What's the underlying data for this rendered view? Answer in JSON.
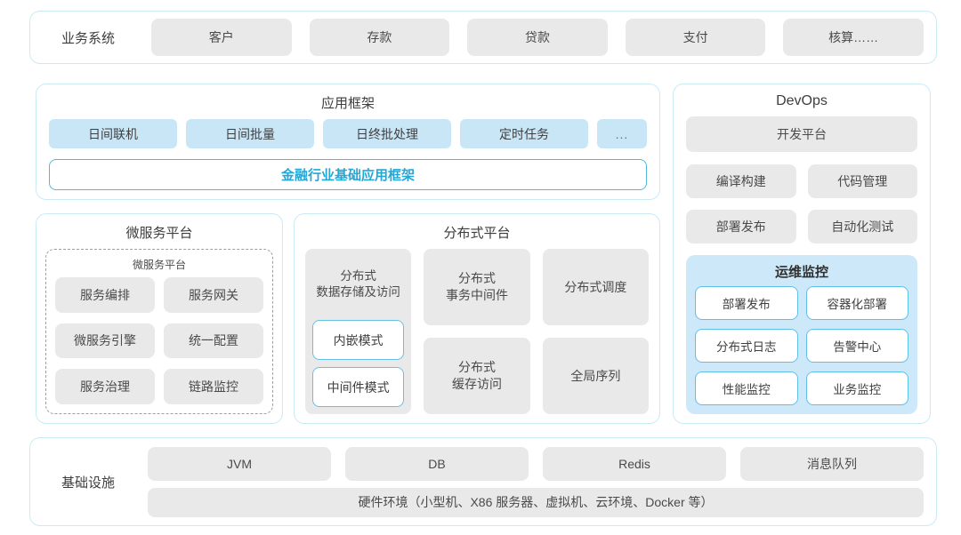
{
  "business_systems": {
    "label": "业务系统",
    "items": [
      "客户",
      "存款",
      "贷款",
      "支付",
      "核算……"
    ]
  },
  "app_framework": {
    "title": "应用框架",
    "modules": [
      "日间联机",
      "日间批量",
      "日终批处理",
      "定时任务"
    ],
    "more": "...",
    "base_framework": "金融行业基础应用框架"
  },
  "devops": {
    "title": "DevOps",
    "dev_platform": "开发平台",
    "tools": [
      "编译构建",
      "代码管理",
      "部署发布",
      "自动化测试"
    ],
    "ops_monitoring": {
      "title": "运维监控",
      "items": [
        "部署发布",
        "容器化部署",
        "分布式日志",
        "告警中心",
        "性能监控",
        "业务监控"
      ]
    }
  },
  "microservice_platform": {
    "title": "微服务平台",
    "inner_title": "微服务平台",
    "items": [
      "服务编排",
      "服务网关",
      "微服务引擎",
      "统一配置",
      "服务治理",
      "链路监控"
    ]
  },
  "distributed_platform": {
    "title": "分布式平台",
    "storage": {
      "label": "分布式\n数据存储及访问",
      "modes": [
        "内嵌模式",
        "中间件模式"
      ]
    },
    "cells": [
      "分布式\n事务中间件",
      "分布式调度",
      "分布式\n缓存访问",
      "全局序列"
    ]
  },
  "infrastructure": {
    "label": "基础设施",
    "items": [
      "JVM",
      "DB",
      "Redis",
      "消息队列"
    ],
    "hardware": "硬件环境（小型机、X86 服务器、虚拟机、云环境、Docker 等）"
  },
  "colors": {
    "panel_border": "#c9ebf4",
    "box_gray": "#e9e9e9",
    "box_light_blue": "#c9e6f7",
    "monitor_bg": "#cde9f9",
    "accent_border": "#5fbfe8",
    "accent_text": "#25a7d6",
    "text_dark": "#3d3d3d"
  }
}
